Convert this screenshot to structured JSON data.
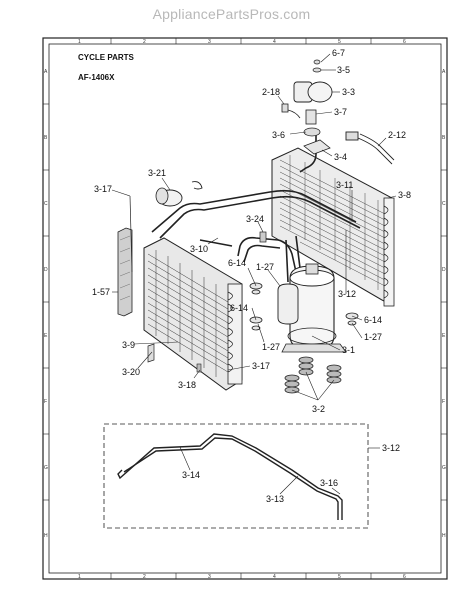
{
  "watermark": "AppliancePartsPros.com",
  "header": {
    "title": "CYCLE PARTS",
    "model": "AF-1406X"
  },
  "border": {
    "top": [
      "1",
      "2",
      "3",
      "4",
      "5",
      "6"
    ],
    "bottom": [
      "1",
      "2",
      "3",
      "4",
      "5",
      "6"
    ],
    "left": [
      "A",
      "B",
      "C",
      "D",
      "E",
      "F",
      "G",
      "H"
    ],
    "right": [
      "A",
      "B",
      "C",
      "D",
      "E",
      "F",
      "G",
      "H"
    ]
  },
  "labels": {
    "p6_7": "6-7",
    "p3_5": "3-5",
    "p3_3": "3-3",
    "p2_18": "2-18",
    "p3_7": "3-7",
    "p3_6": "3-6",
    "p3_4": "3-4",
    "p2_12": "2-12",
    "p3_21": "3-21",
    "p3_11": "3-11",
    "p3_8": "3-8",
    "p3_17a": "3-17",
    "p3_24": "3-24",
    "p3_10": "3-10",
    "p6_14a": "6-14",
    "p1_27a": "1-27",
    "p3_12a": "3-12",
    "p1_57": "1-57",
    "p6_14b": "6-14",
    "p6_14c": "6-14",
    "p1_27b": "1-27",
    "p1_27c": "1-27",
    "p3_9": "3-9",
    "p3_1": "3-1",
    "p3_20": "3-20",
    "p3_17b": "3-17",
    "p3_18": "3-18",
    "p3_2": "3-2",
    "p3_12b": "3-12",
    "p3_14": "3-14",
    "p3_16": "3-16",
    "p3_13": "3-13"
  }
}
